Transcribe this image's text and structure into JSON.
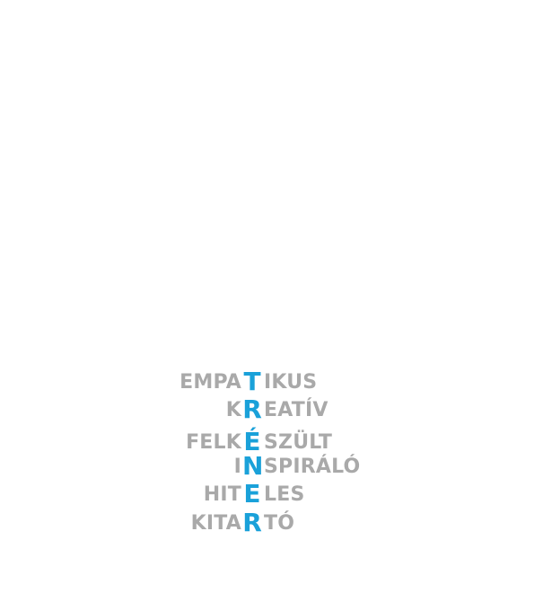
{
  "acrostic": {
    "rows": [
      {
        "left": "EMPA",
        "key": "T",
        "right": "IKUS"
      },
      {
        "left": "K",
        "key": "R",
        "right": "EATÍV"
      },
      {
        "left": "FELK",
        "key": "É",
        "right": "SZÜLT"
      },
      {
        "left": "I",
        "key": "N",
        "right": "SPIRÁLÓ"
      },
      {
        "left": "HIT",
        "key": "E",
        "right": "LES"
      },
      {
        "left": "KITA",
        "key": "R",
        "right": "TÓ"
      }
    ]
  },
  "colors": {
    "background": "#ffffff",
    "word_text": "#a9a9a9",
    "key_letters": "#1aa1d9"
  }
}
